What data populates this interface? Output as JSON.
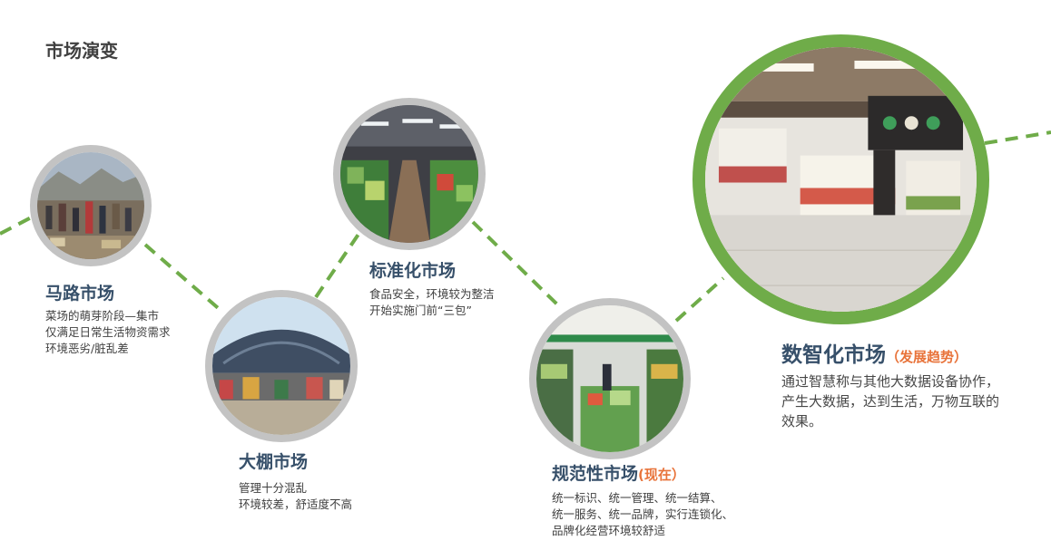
{
  "page": {
    "title": "市场演变"
  },
  "stages": [
    {
      "title": "马路市场",
      "tag": "",
      "desc": [
        "菜场的萌芽阶段—集市",
        "仅满足日常生活物资需求",
        "环境恶劣/脏乱差"
      ]
    },
    {
      "title": "大棚市场",
      "tag": "",
      "desc": [
        "管理十分混乱",
        "环境较差，舒适度不高"
      ]
    },
    {
      "title": "标准化市场",
      "tag": "",
      "desc": [
        "食品安全，环境较为整洁",
        "开始实施门前“三包”"
      ]
    },
    {
      "title": "规范性市场",
      "tag": "(现在）",
      "desc": [
        "统一标识、统一管理、统一结算、",
        "统一服务、统一品牌，实行连锁化、",
        "品牌化经营环境较舒适"
      ]
    },
    {
      "title": "数智化市场",
      "tag": "（发展趋势）",
      "desc": [
        "通过智慧称与其他大数据设备协作，产生大数据，达到生活，万物互联的效果。"
      ]
    }
  ],
  "colors": {
    "ring_gray": "#c3c3c3",
    "ring_green": "#6fac49",
    "connector": "#6fac49",
    "title_blue": "#37506a",
    "tag_orange": "#e8733a"
  }
}
